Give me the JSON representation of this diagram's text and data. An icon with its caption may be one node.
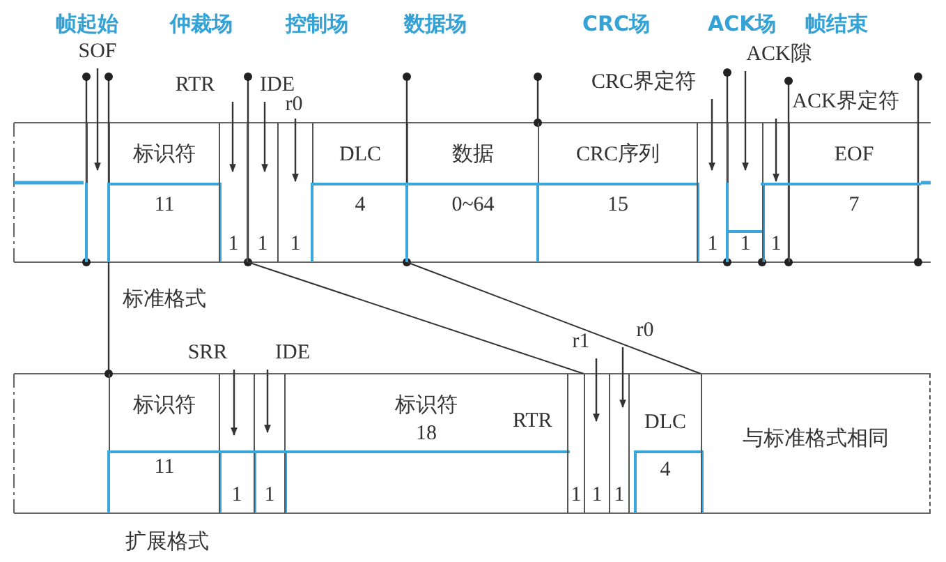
{
  "diagram": {
    "nodes": [
      {
        "text": [],
        "shape": "box"
      },
      {
        "text": [
          "标识符",
          "11"
        ]
      },
      {
        "text": [
          "1"
        ]
      },
      {
        "text": [
          "1"
        ]
      },
      {
        "text": [
          "1"
        ]
      },
      {
        "text": [
          "DLC",
          "4"
        ]
      },
      {
        "text": [
          "数据",
          "0~64"
        ]
      },
      {
        "text": [
          "CRC序列",
          "15"
        ]
      },
      {
        "text": [
          "1"
        ]
      },
      {
        "text": [
          "1"
        ]
      },
      {
        "text": [
          "1"
        ]
      },
      {
        "text": [
          "EOF",
          "7"
        ]
      },
      {
        "text": [
          "标识符",
          "11"
        ]
      },
      {
        "text": [
          "1"
        ]
      },
      {
        "text": [
          "1"
        ]
      },
      {
        "text": [
          "标识符",
          "18"
        ]
      },
      {
        "text": [
          "1"
        ]
      },
      {
        "text": [
          "1"
        ]
      },
      {
        "text": [
          "1"
        ]
      },
      {
        "text": [
          "DLC",
          "4"
        ]
      },
      {
        "text": [
          "与标准格式相同"
        ]
      },
      {
        "text": [
          "SOF"
        ]
      },
      {
        "text": [
          "RTR"
        ]
      },
      {
        "text": [
          "IDE"
        ]
      },
      {
        "text": [
          "r0"
        ]
      },
      {
        "text": [
          "CRC界定符"
        ]
      },
      {
        "text": [
          "ACK隙"
        ]
      },
      {
        "text": [
          "ACK界定符"
        ]
      },
      {
        "text": [
          "SRR"
        ]
      },
      {
        "text": [
          "IDE"
        ]
      },
      {
        "text": [
          "r1"
        ]
      },
      {
        "text": [
          "r0"
        ]
      }
    ],
    "edges": [
      {
        "from": 21,
        "to": 0,
        "arrow": "to"
      },
      {
        "from": 22,
        "to": 2,
        "arrow": "to"
      },
      {
        "from": 23,
        "to": 3,
        "arrow": "to"
      },
      {
        "from": 24,
        "to": 4,
        "arrow": "to"
      },
      {
        "from": 25,
        "to": 8,
        "arrow": "to"
      },
      {
        "from": 26,
        "to": 9,
        "arrow": "to"
      },
      {
        "from": 27,
        "to": 10,
        "arrow": "to"
      },
      {
        "from": 28,
        "to": 13,
        "arrow": "to"
      },
      {
        "from": 29,
        "to": 14,
        "arrow": "to"
      },
      {
        "from": 30,
        "to": 17,
        "arrow": "to"
      },
      {
        "from": 31,
        "to": 18,
        "arrow": "to"
      }
    ],
    "labels": [
      "帧起始",
      "仲裁场",
      "控制场",
      "数据场",
      "CRC场",
      "ACK场",
      "帧结束",
      "标准格式",
      "RTR",
      "扩展格式"
    ]
  }
}
